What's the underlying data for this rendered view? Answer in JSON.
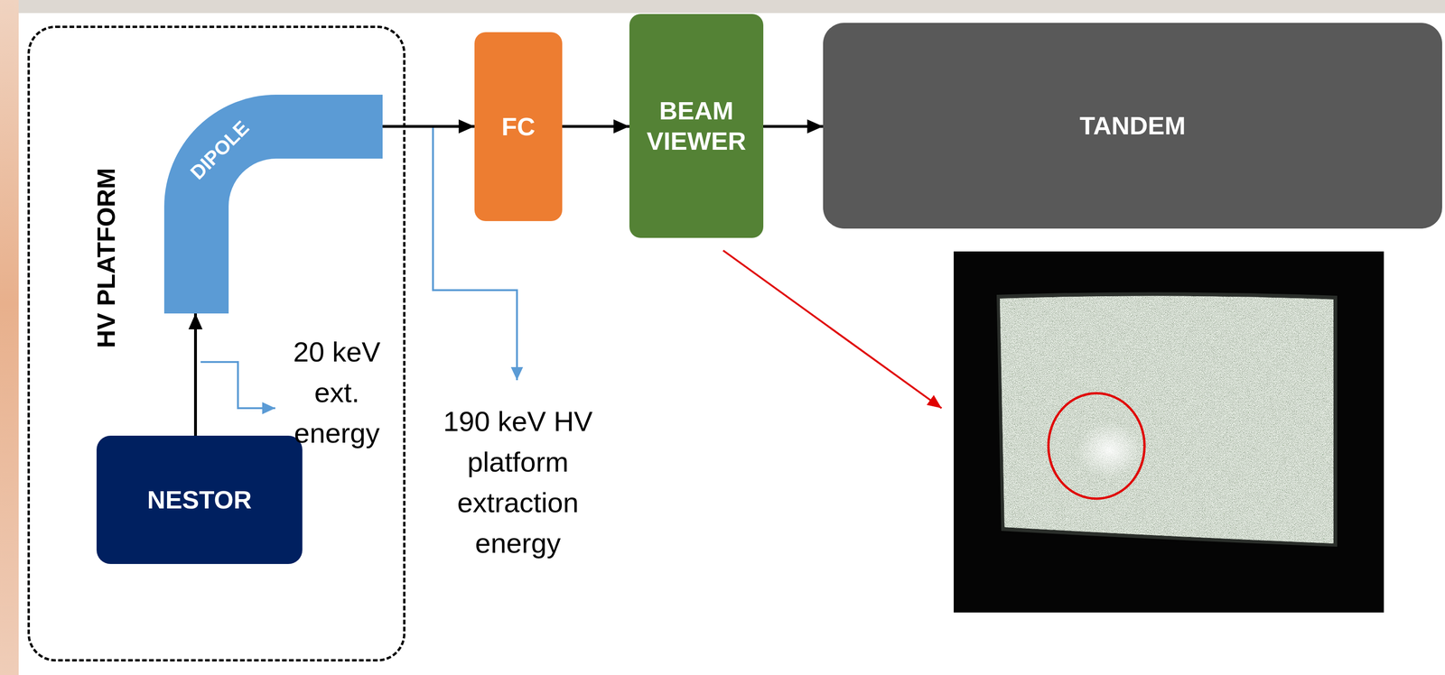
{
  "diagram": {
    "nodes": [
      {
        "text": [
          "HV PLATFORM"
        ]
      },
      {
        "text": [
          "DIPOLE"
        ],
        "in": 0
      },
      {
        "text": [
          "NESTOR"
        ],
        "in": 0
      },
      {
        "text": [
          "FC"
        ]
      },
      {
        "text": [
          "BEAM VIEWER"
        ]
      },
      {
        "text": [
          "TANDEM"
        ]
      }
    ],
    "edges": [
      {
        "from": 2,
        "to": 1,
        "arrow": "to"
      },
      {
        "from": 1,
        "to": 3,
        "arrow": "to"
      },
      {
        "from": 3,
        "to": 4,
        "arrow": "to"
      },
      {
        "from": 4,
        "to": 5,
        "arrow": "to"
      }
    ],
    "labels": [
      "20 keV ext. energy",
      "190 keV HV platform extraction energy"
    ]
  }
}
